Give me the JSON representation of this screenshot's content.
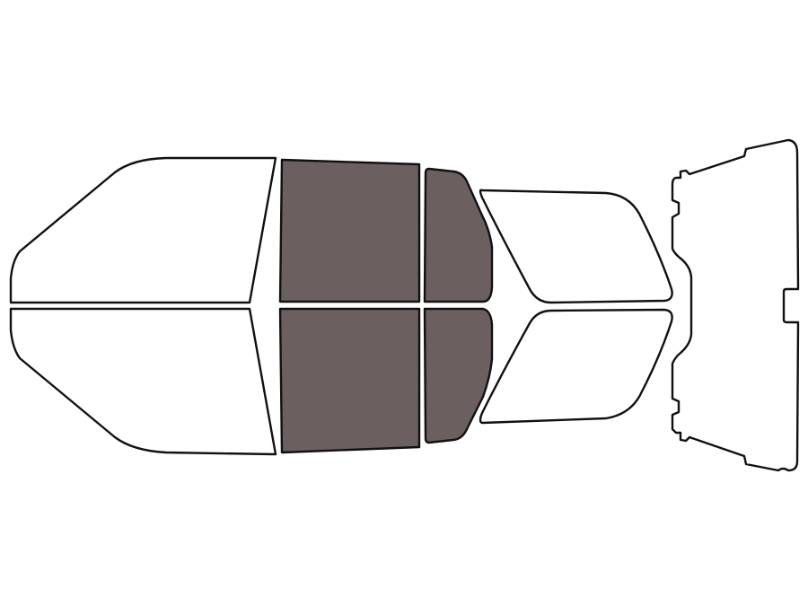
{
  "diagram": {
    "background": "#ffffff",
    "outline_color": "#111111",
    "colors": {
      "tinted": "#6b5f5f",
      "clear": "#ffffff"
    },
    "panels": [
      {
        "name": "front-windshield-upper-panel",
        "tinted": false
      },
      {
        "name": "front-windshield-lower-panel",
        "tinted": false
      },
      {
        "name": "front-door-window-upper-panel",
        "tinted": true
      },
      {
        "name": "front-door-window-lower-panel",
        "tinted": true
      },
      {
        "name": "rear-door-window-upper-panel",
        "tinted": true
      },
      {
        "name": "rear-door-window-lower-panel",
        "tinted": true
      },
      {
        "name": "quarter-window-upper-panel",
        "tinted": false
      },
      {
        "name": "quarter-window-lower-panel",
        "tinted": false
      },
      {
        "name": "rear-window-panel",
        "tinted": false
      }
    ]
  }
}
